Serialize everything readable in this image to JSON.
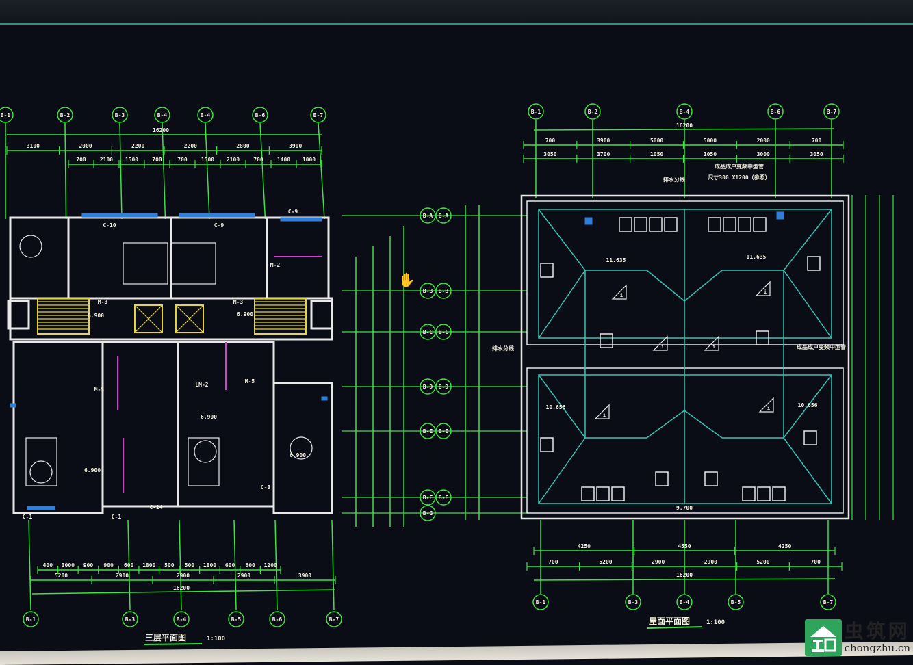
{
  "colors": {
    "background": "#0b0d16",
    "grid": "#35e83a",
    "roof": "#2fc6b8",
    "wall": "#e8e8e8",
    "stair": "#e6d43a",
    "text": "#f2eede",
    "accent_blue": "#2f7fd8",
    "magenta": "#d53ad3",
    "red": "#e03030"
  },
  "floor_plan": {
    "title": "三层平面图",
    "scale": "1:100",
    "top_axes": [
      "B-1",
      "B-2",
      "B-3",
      "B-4",
      "B-4",
      "B-6",
      "B-7"
    ],
    "bottom_axes": [
      "B-1",
      "B-3",
      "B-4",
      "B-5",
      "B-6",
      "B-7"
    ],
    "overall_dim": "16200",
    "top_dims_1": [
      "3100",
      "2000",
      "2200",
      "2200",
      "2800",
      "3900"
    ],
    "top_dims_2": [
      "700",
      "2100",
      "1500",
      "700",
      "700",
      "1500",
      "2100",
      "700",
      "1400",
      "1000"
    ],
    "bottom_dims_1": [
      "400",
      "3000",
      "900",
      "900",
      "600",
      "1800",
      "500",
      "500",
      "1800",
      "600",
      "600",
      "1200"
    ],
    "bottom_dims_2": [
      "5200",
      "2900",
      "2900",
      "2900",
      "3900"
    ],
    "bottom_overall": "16200",
    "room_labels": [
      "C-10",
      "C-9",
      "C-9",
      "M-2",
      "M-3",
      "M-3",
      "M-5",
      "M-5",
      "LM-2",
      "C-1",
      "C-1",
      "C-14",
      "C-3"
    ],
    "elevations": [
      "6.900",
      "6.900",
      "6.900",
      "6.900",
      "6.900"
    ]
  },
  "roof_plan": {
    "title": "屋面平面图",
    "scale": "1:100",
    "top_axes": [
      "B-1",
      "B-2",
      "B-4",
      "B-6",
      "B-7"
    ],
    "bottom_axes": [
      "B-1",
      "B-3",
      "B-4",
      "B-5",
      "B-7"
    ],
    "overall_dim": "16200",
    "top_dims_1": [
      "700",
      "3900",
      "5000",
      "5000",
      "2000",
      "700"
    ],
    "top_dims_2": [
      "3050",
      "3700",
      "1050",
      "1050",
      "3000",
      "3050"
    ],
    "notes": [
      "排水分线",
      "成品成户变频中型管",
      "尺寸300 X1200（参照）",
      "排水分线",
      "成品成户变频中型管"
    ],
    "bottom_dims_1": [
      "4250",
      "4550",
      "4250"
    ],
    "bottom_dims_2": [
      "700",
      "5200",
      "2900",
      "2900",
      "5200",
      "700"
    ],
    "bottom_overall": "16200",
    "elevations": [
      "11.635",
      "11.635",
      "10.656",
      "10.656",
      "9.700"
    ],
    "slopes": [
      "i",
      "i",
      "i",
      "i",
      "i",
      "i"
    ]
  },
  "section_axes": [
    "B-A",
    "B-B",
    "B-C",
    "B-D",
    "B-E",
    "B-F",
    "B-G"
  ],
  "watermark": {
    "name": "虫筑网",
    "url": "chongzhu.cn"
  }
}
